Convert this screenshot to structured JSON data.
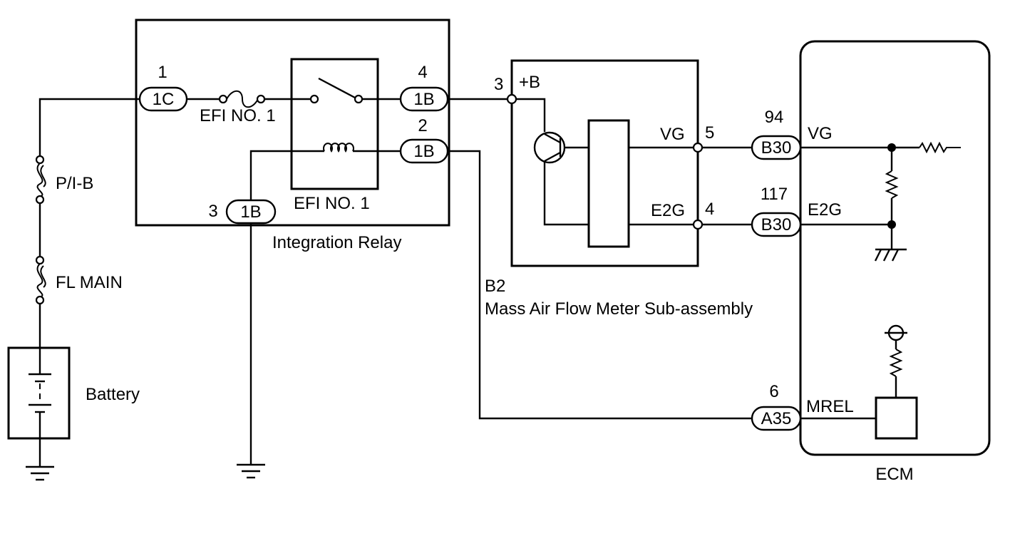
{
  "components": {
    "integration_relay": "Integration Relay",
    "efi_fuse": "EFI NO. 1",
    "efi_relay": "EFI NO. 1",
    "pib_fuse": "P/I-B",
    "fl_main_fuse": "FL MAIN",
    "battery": "Battery",
    "maf_code": "B2",
    "maf_name": "Mass Air Flow Meter Sub-assembly",
    "ecm": "ECM"
  },
  "connectors": {
    "c1c": {
      "pin": "1",
      "id": "1C"
    },
    "c1b_4": {
      "pin": "4",
      "id": "1B"
    },
    "c1b_2": {
      "pin": "2",
      "id": "1B"
    },
    "c1b_3": {
      "pin": "3",
      "id": "1B"
    },
    "b30_94": {
      "pin": "94",
      "id": "B30"
    },
    "b30_117": {
      "pin": "117",
      "id": "B30"
    },
    "a35_6": {
      "pin": "6",
      "id": "A35"
    }
  },
  "maf_pins": {
    "pb_num": "3",
    "pb_name": "+B",
    "vg_num": "5",
    "vg_name": "VG",
    "e2g_num": "4",
    "e2g_name": "E2G"
  },
  "ecm_pins": {
    "vg": "VG",
    "e2g": "E2G",
    "mrel": "MREL"
  }
}
